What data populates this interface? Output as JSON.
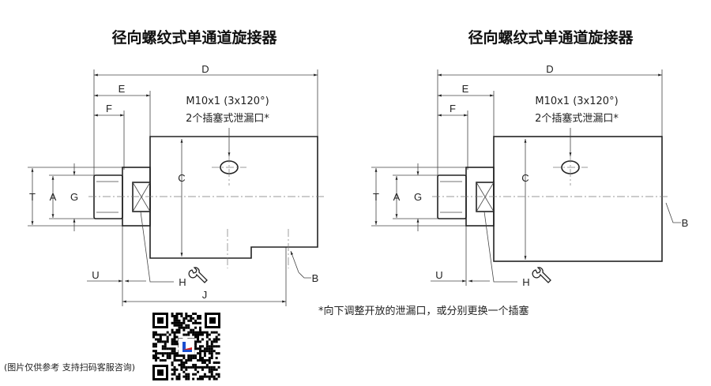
{
  "diagrams": [
    {
      "title": "径向螺纹式单通道旋接器",
      "labels": {
        "D": "D",
        "E": "E",
        "F": "F",
        "C": "C",
        "T": "T",
        "A": "A",
        "G": "G",
        "U": "U",
        "H": "H",
        "J": "J",
        "B": "B"
      },
      "port_spec": "M10x1 (3x120°)",
      "port_note": "2个插塞式泄漏口*"
    },
    {
      "title": "径向螺纹式单通道旋接器",
      "labels": {
        "D": "D",
        "E": "E",
        "F": "F",
        "C": "C",
        "T": "T",
        "A": "A",
        "G": "G",
        "U": "U",
        "H": "H",
        "B": "B"
      },
      "port_spec": "M10x1 (3x120°)",
      "port_note": "2个插塞式泄漏口*"
    }
  ],
  "footnote": "*向下调整开放的泄漏口，或分别更换一个插塞",
  "caption": "(图片仅供参考 支持扫码客服咨询)",
  "icons": [
    "wrench-icon",
    "qr-code"
  ]
}
